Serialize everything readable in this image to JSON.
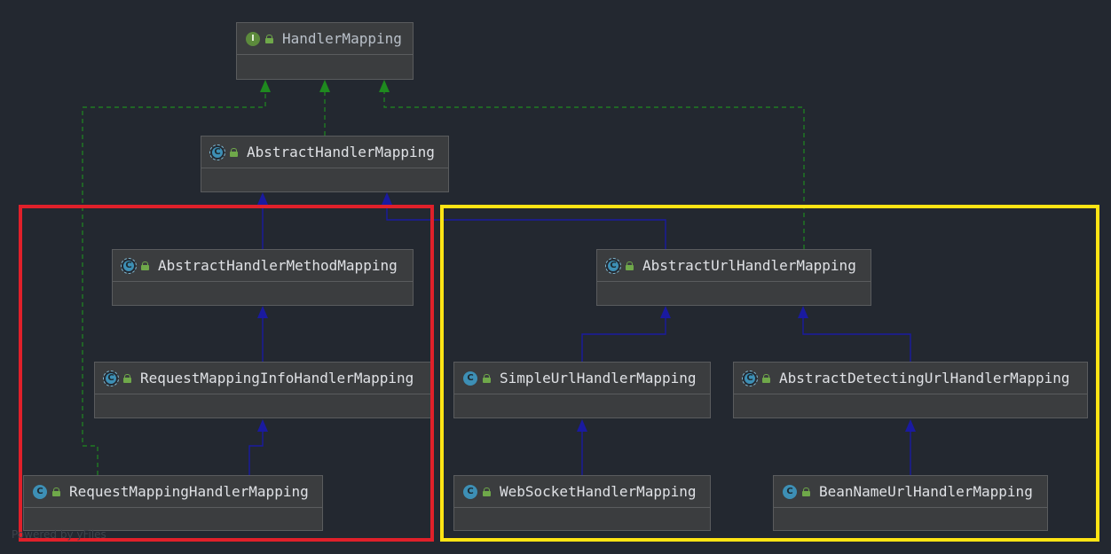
{
  "diagram": {
    "nodes": [
      {
        "id": "handler-mapping",
        "name": "HandlerMapping",
        "kind": "interface",
        "icon": "interface-icon"
      },
      {
        "id": "abstract-handler-mapping",
        "name": "AbstractHandlerMapping",
        "kind": "abstract",
        "icon": "abstract-class-icon"
      },
      {
        "id": "abstract-handler-method-mapping",
        "name": "AbstractHandlerMethodMapping",
        "kind": "abstract",
        "icon": "abstract-class-icon"
      },
      {
        "id": "request-mapping-info-handler-mapping",
        "name": "RequestMappingInfoHandlerMapping",
        "kind": "abstract",
        "icon": "abstract-class-icon"
      },
      {
        "id": "request-mapping-handler-mapping",
        "name": "RequestMappingHandlerMapping",
        "kind": "class",
        "icon": "class-icon"
      },
      {
        "id": "abstract-url-handler-mapping",
        "name": "AbstractUrlHandlerMapping",
        "kind": "abstract",
        "icon": "abstract-class-icon"
      },
      {
        "id": "simple-url-handler-mapping",
        "name": "SimpleUrlHandlerMapping",
        "kind": "class",
        "icon": "class-icon"
      },
      {
        "id": "abstract-detecting-url-handler-mapping",
        "name": "AbstractDetectingUrlHandlerMapping",
        "kind": "abstract",
        "icon": "abstract-class-icon"
      },
      {
        "id": "web-socket-handler-mapping",
        "name": "WebSocketHandlerMapping",
        "kind": "class",
        "icon": "class-icon"
      },
      {
        "id": "bean-name-url-handler-mapping",
        "name": "BeanNameUrlHandlerMapping",
        "kind": "class",
        "icon": "class-icon"
      }
    ],
    "edges": [
      {
        "from": "abstract-handler-mapping",
        "to": "handler-mapping",
        "type": "implements"
      },
      {
        "from": "request-mapping-handler-mapping",
        "to": "handler-mapping",
        "type": "implements"
      },
      {
        "from": "abstract-url-handler-mapping",
        "to": "handler-mapping",
        "type": "implements"
      },
      {
        "from": "abstract-handler-method-mapping",
        "to": "abstract-handler-mapping",
        "type": "extends"
      },
      {
        "from": "abstract-url-handler-mapping",
        "to": "abstract-handler-mapping",
        "type": "extends"
      },
      {
        "from": "request-mapping-info-handler-mapping",
        "to": "abstract-handler-method-mapping",
        "type": "extends"
      },
      {
        "from": "request-mapping-handler-mapping",
        "to": "request-mapping-info-handler-mapping",
        "type": "extends"
      },
      {
        "from": "simple-url-handler-mapping",
        "to": "abstract-url-handler-mapping",
        "type": "extends"
      },
      {
        "from": "abstract-detecting-url-handler-mapping",
        "to": "abstract-url-handler-mapping",
        "type": "extends"
      },
      {
        "from": "web-socket-handler-mapping",
        "to": "simple-url-handler-mapping",
        "type": "extends"
      },
      {
        "from": "bean-name-url-handler-mapping",
        "to": "abstract-detecting-url-handler-mapping",
        "type": "extends"
      }
    ],
    "highlight_colors": {
      "left_group": "#e0202a",
      "right_group": "#ffe414"
    },
    "edge_colors": {
      "extends": "#1a1aa0",
      "implements": "#1f8a1f"
    },
    "watermark": "Powered by yFiles"
  }
}
